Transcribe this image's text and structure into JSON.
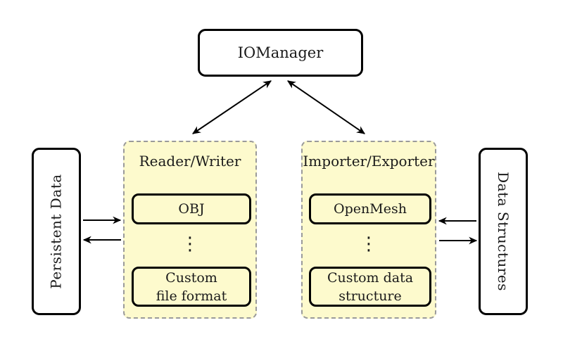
{
  "nodes": {
    "io_manager": {
      "label": "IOManager"
    },
    "persistent_data": {
      "label": "Persistent Data"
    },
    "data_structures": {
      "label": "Data Structures"
    },
    "reader_writer": {
      "title": "Reader/Writer",
      "top_item": "OBJ",
      "ellipsis": "⋮",
      "bottom_item": "Custom\nfile format"
    },
    "importer_exporter": {
      "title": "Importer/Exporter",
      "top_item": "OpenMesh",
      "ellipsis": "⋮",
      "bottom_item": "Custom data\nstructure"
    }
  },
  "edges": [
    {
      "from": "io_manager",
      "to": "reader_writer",
      "bidirectional": true
    },
    {
      "from": "io_manager",
      "to": "importer_exporter",
      "bidirectional": true
    },
    {
      "from": "persistent_data",
      "to": "reader_writer",
      "bidirectional": false
    },
    {
      "from": "reader_writer",
      "to": "persistent_data",
      "bidirectional": false
    },
    {
      "from": "data_structures",
      "to": "importer_exporter",
      "bidirectional": false
    },
    {
      "from": "importer_exporter",
      "to": "data_structures",
      "bidirectional": false
    }
  ],
  "colors": {
    "panel_fill": "#fdfacd",
    "panel_border": "#9a9a9a",
    "node_border": "#000000",
    "node_fill": "#ffffff",
    "arrow": "#000000"
  }
}
